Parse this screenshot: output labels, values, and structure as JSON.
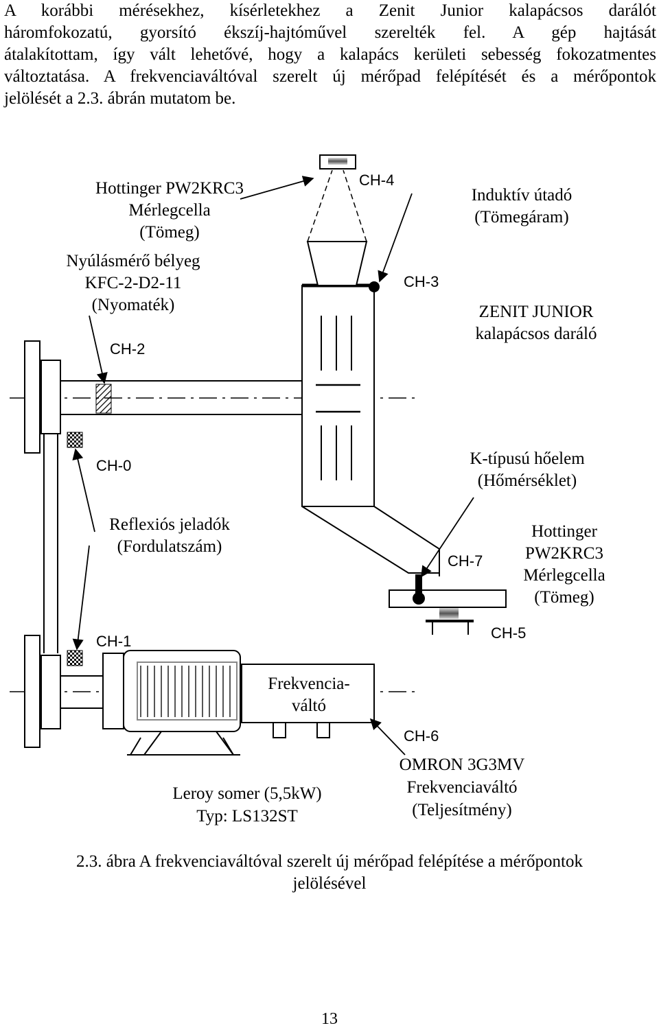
{
  "paragraph": {
    "lines": [
      "A korábbi mérésekhez, kísérletekhez a Zenit Junior kalapácsos darálót",
      "háromfokozatú, gyorsító ékszíj-hajtóművel szerelték fel. A gép hajtását",
      "átalakítottam, így vált lehetővé, hogy a kalapács kerületi sebesség fokozatmentes",
      "változtatása. A frekvenciaváltóval szerelt új mérőpad felépítését és a mérőpontok",
      "jelölését a 2.3. ábrán mutatom be."
    ]
  },
  "figure": {
    "labels": {
      "load_cell_top_1": "Hottinger PW2KRC3",
      "load_cell_top_2": "Mérlegcella",
      "load_cell_top_3": "(Tömeg)",
      "strain_1": "Nyúlásmérő bélyeg",
      "strain_2": "KFC-2-D2-11",
      "strain_3": "(Nyomaték)",
      "ch2": "CH-2",
      "ch4": "CH-4",
      "ch3": "CH-3",
      "inductive_1": "Induktív útadó",
      "inductive_2": "(Tömegáram)",
      "zenit_1": "ZENIT JUNIOR",
      "zenit_2": "kalapácsos daráló",
      "ch0": "CH-0",
      "thermo_1": "K-típusú hőelem",
      "thermo_2": "(Hőmérséklet)",
      "reflex_1": "Reflexiós jeladók",
      "reflex_2": "(Fordulatszám)",
      "load_cell_bot_1": "Hottinger",
      "load_cell_bot_2": "PW2KRC3",
      "load_cell_bot_3": "Mérlegcella",
      "load_cell_bot_4": "(Tömeg)",
      "ch7": "CH-7",
      "ch1": "CH-1",
      "ch5": "CH-5",
      "inverter_1": "Frekvencia-",
      "inverter_2": "váltó",
      "ch6": "CH-6",
      "omron_1": "OMRON 3G3MV",
      "omron_2": "Frekvenciaváltó",
      "omron_3": "(Teljesítmény)",
      "motor_1": "Leroy somer (5,5kW)",
      "motor_2": "Typ: LS132ST"
    },
    "caption_1": "2.3. ábra A frekvenciaváltóval szerelt új mérőpad felépítése a mérőpontok",
    "caption_2": "jelölésével"
  },
  "page_number": "13"
}
